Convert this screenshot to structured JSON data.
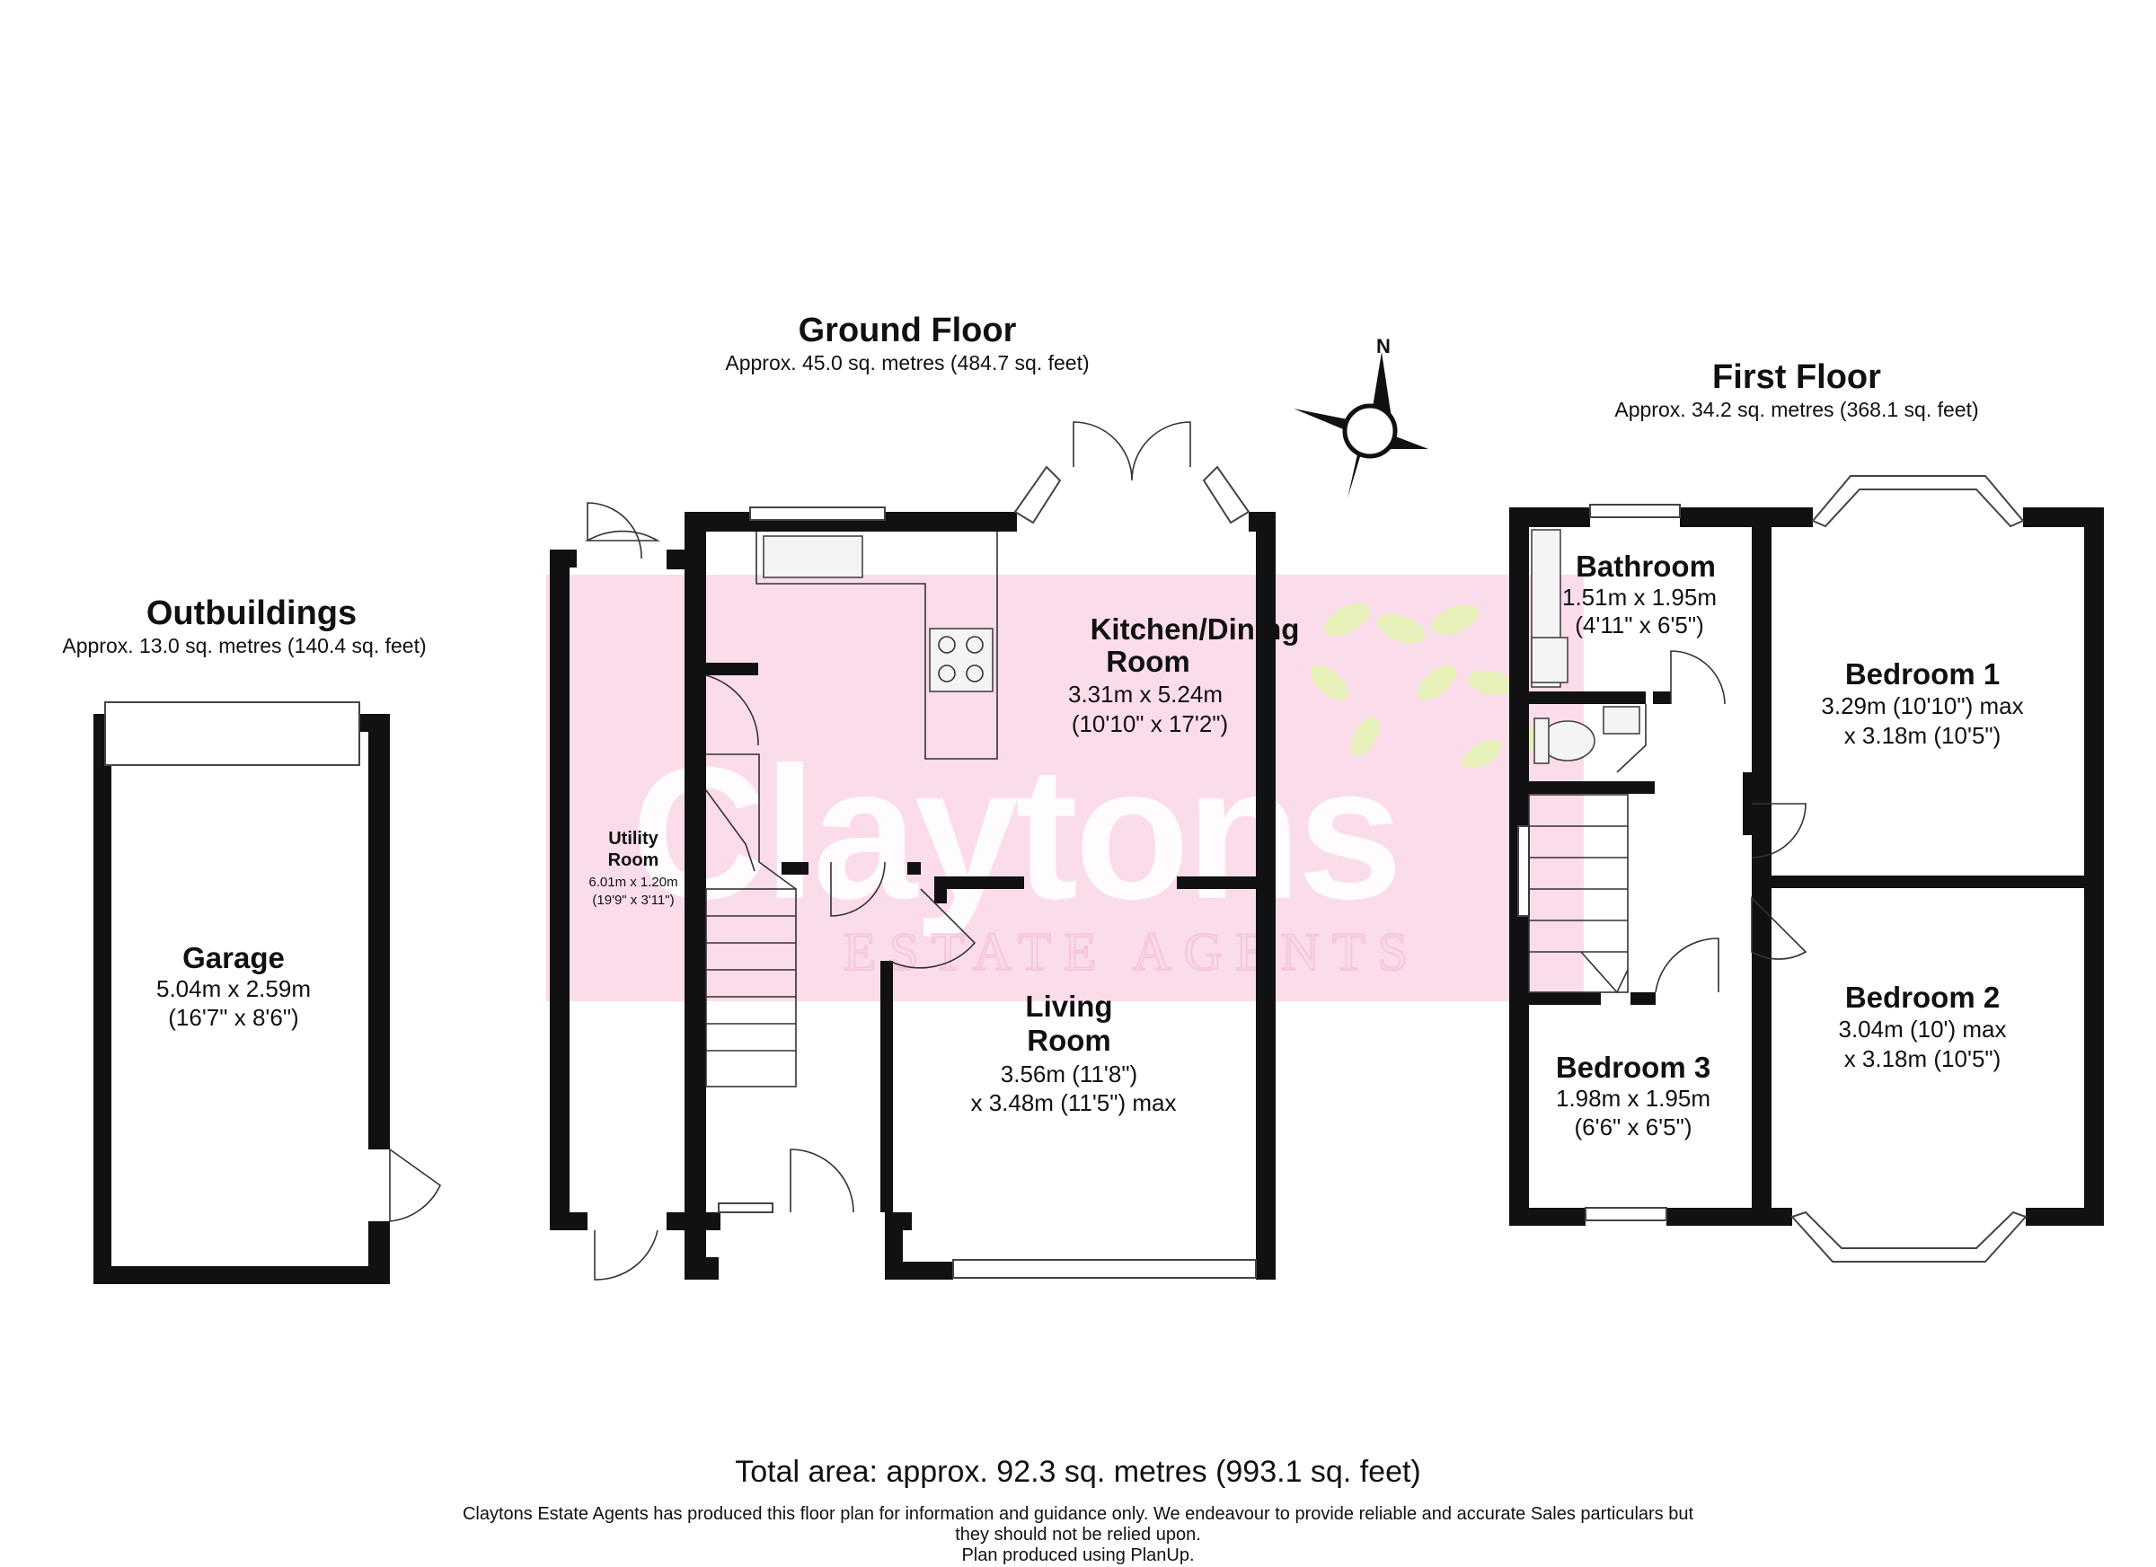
{
  "outbuildings": {
    "title": "Outbuildings",
    "area": "Approx. 13.0 sq. metres (140.4 sq. feet)",
    "garage": {
      "name": "Garage",
      "dim_m": "5.04m x 2.59m",
      "dim_ft": "(16'7\" x 8'6\")"
    }
  },
  "ground_floor": {
    "title": "Ground Floor",
    "area": "Approx. 45.0 sq. metres (484.7 sq. feet)",
    "kitchen": {
      "name_1": "Kitchen/Dining",
      "name_2": "Room",
      "dim_m": "3.31m x 5.24m",
      "dim_ft": "(10'10\" x 17'2\")"
    },
    "utility": {
      "name_1": "Utility",
      "name_2": "Room",
      "dim_m": "6.01m x 1.20m",
      "dim_ft": "(19'9\" x 3'11\")"
    },
    "living": {
      "name_1": "Living",
      "name_2": "Room",
      "dim_1": "3.56m (11'8\")",
      "dim_2": "x 3.48m (11'5\") max"
    }
  },
  "first_floor": {
    "title": "First Floor",
    "area": "Approx. 34.2 sq. metres (368.1 sq. feet)",
    "bathroom": {
      "name": "Bathroom",
      "dim_m": "1.51m x 1.95m",
      "dim_ft": "(4'11\" x 6'5\")"
    },
    "bedroom1": {
      "name": "Bedroom 1",
      "dim_1": "3.29m (10'10\") max",
      "dim_2": "x 3.18m (10'5\")"
    },
    "bedroom2": {
      "name": "Bedroom 2",
      "dim_1": "3.04m (10') max",
      "dim_2": "x 3.18m (10'5\")"
    },
    "bedroom3": {
      "name": "Bedroom 3",
      "dim_m": "1.98m x 1.95m",
      "dim_ft": "(6'6\" x 6'5\")"
    }
  },
  "compass": {
    "label": "N"
  },
  "watermark": {
    "brand": "Claytons",
    "sub": "ESTATE AGENTS"
  },
  "footer": {
    "total": "Total area: approx. 92.3 sq. metres (993.1 sq. feet)",
    "disclaimer_1": "Claytons Estate Agents has produced this floor plan for information and guidance only. We endeavour to provide reliable and accurate Sales particulars but",
    "disclaimer_2": "they should not be relied upon.",
    "disclaimer_3": "Plan produced using PlanUp."
  },
  "colors": {
    "wall": "#111111",
    "watermark_bg": "#fbdcea",
    "watermark_leaf": "#e6f0b8"
  }
}
